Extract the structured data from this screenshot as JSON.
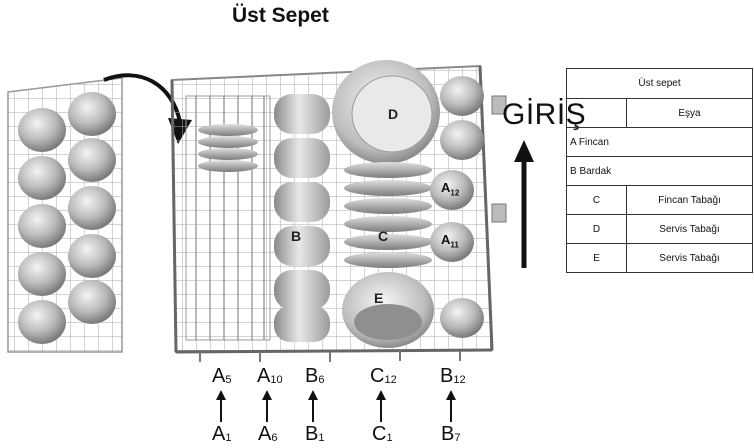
{
  "title": "Üst Sepet",
  "entrance_label": "GİRİŞ",
  "basket_letters": {
    "D": "D",
    "B": "B",
    "C": "C",
    "E": "E",
    "A12": {
      "letter": "A",
      "sub": "12"
    },
    "A11": {
      "letter": "A",
      "sub": "11"
    }
  },
  "bottom_labels": {
    "top_row": [
      {
        "letter": "A",
        "sub": "5"
      },
      {
        "letter": "A",
        "sub": "10"
      },
      {
        "letter": "B",
        "sub": "6"
      },
      {
        "letter": "C",
        "sub": "12"
      },
      {
        "letter": "B",
        "sub": "12"
      }
    ],
    "bottom_row": [
      {
        "letter": "A",
        "sub": "1"
      },
      {
        "letter": "A",
        "sub": "6"
      },
      {
        "letter": "B",
        "sub": "1"
      },
      {
        "letter": "C",
        "sub": "1"
      },
      {
        "letter": "B",
        "sub": "7"
      }
    ]
  },
  "table": {
    "header": "Üst sepet",
    "col_item": "Eşya",
    "rows": [
      {
        "code": "A Fincan",
        "name": ""
      },
      {
        "code": "B Bardak",
        "name": ""
      },
      {
        "code": "C",
        "name": "Fincan Tabağı"
      },
      {
        "code": "D",
        "name": "Servis Tabağı"
      },
      {
        "code": "E",
        "name": "Servis Tabağı"
      }
    ]
  },
  "icons": {
    "pointer_arrow": "curved-arrow-icon",
    "entrance_arrow": "up-arrow-icon",
    "column_arrows": "up-arrow-icon"
  }
}
